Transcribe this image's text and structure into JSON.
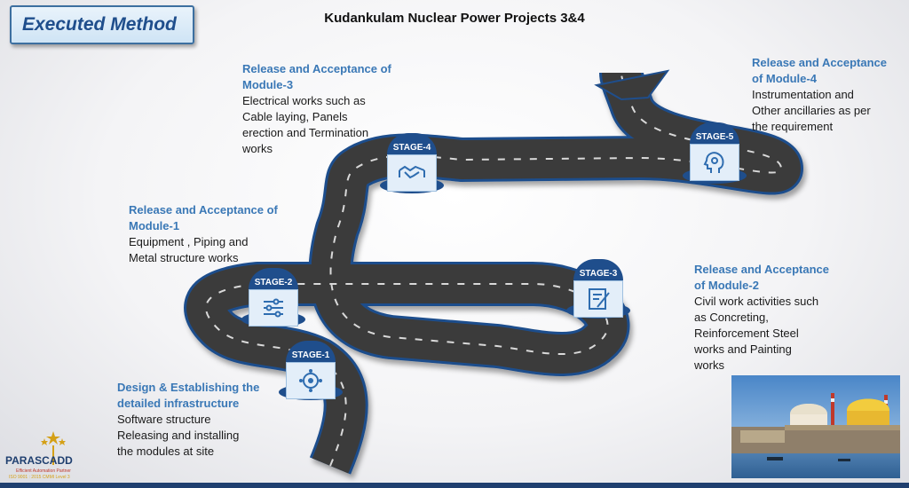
{
  "header": {
    "badge": "Executed Method",
    "title": "Kudankulam Nuclear Power Projects 3&4"
  },
  "stages": [
    {
      "label": "STAGE-1",
      "icon": "settings-network-icon"
    },
    {
      "label": "STAGE-2",
      "icon": "sliders-icon"
    },
    {
      "label": "STAGE-3",
      "icon": "blueprint-pencil-icon"
    },
    {
      "label": "STAGE-4",
      "icon": "handshake-icon"
    },
    {
      "label": "STAGE-5",
      "icon": "head-gear-icon"
    }
  ],
  "notes": {
    "stage1": {
      "heading": [
        "Design & Establishing the",
        "detailed infrastructure"
      ],
      "lines": [
        "Software structure",
        "Releasing and installing",
        "the modules at site"
      ]
    },
    "stage2": {
      "heading": [
        "Release and Acceptance of",
        "Module-1"
      ],
      "lines": [
        "Equipment , Piping and",
        "Metal structure works"
      ]
    },
    "stage3": {
      "heading": [
        "Release and Acceptance",
        "of Module-2"
      ],
      "lines": [
        "Civil work activities such",
        "as Concreting,",
        "Reinforcement Steel",
        "works and Painting",
        "works"
      ]
    },
    "stage4": {
      "heading": [
        "Release and Acceptance of",
        "Module-3"
      ],
      "lines": [
        "Electrical works such as",
        "Cable laying, Panels",
        "erection and Termination",
        "works"
      ]
    },
    "stage5": {
      "heading": [
        "Release and Acceptance",
        "of Module-4"
      ],
      "lines": [
        "Instrumentation and",
        "Other ancillaries as per",
        "the requirement"
      ]
    }
  },
  "logo": {
    "name": "PARASCADD",
    "tagline": "Efficient Automation Partner",
    "certs": "ISO 9001 : 2015  CMMI Level 3"
  },
  "colors": {
    "road": "#3b3b3b",
    "road_edge": "#1f4e8c",
    "heading": "#3a78b6",
    "stage_cap": "#1f4e8c"
  }
}
